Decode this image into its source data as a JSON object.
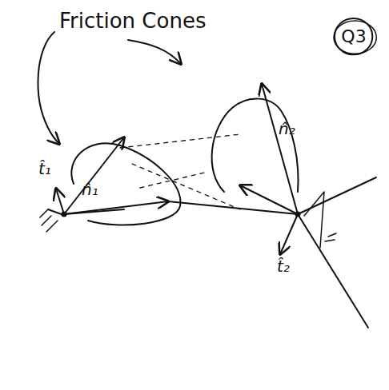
{
  "diagram": {
    "nodes": [
      {
        "text": [
          "Q3"
        ]
      }
    ],
    "labels": [
      "Friction Cones",
      "t̂₁",
      "n̂₁",
      "n̂₂",
      "t̂₂"
    ]
  }
}
